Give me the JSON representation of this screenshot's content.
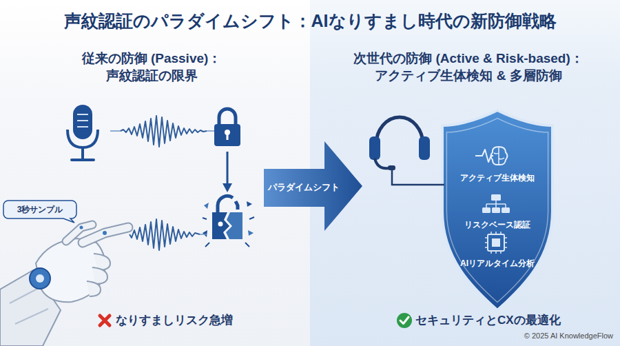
{
  "diagram": {
    "title": "声紋認証のパラダイムシフト：AIなりすまし時代の新防御戦略",
    "nodes": [
      {
        "text": [
          "従来の防御 (Passive)： 声紋認証の限界",
          "なりすましリスク急増"
        ]
      },
      {
        "text": [
          "3秒サンプル"
        ],
        "in": 0
      },
      {
        "text": [
          "パラダイムシフト"
        ]
      },
      {
        "text": [
          "次世代の防御 (Active & Risk-based)： アクティブ生体検知 & 多層防御",
          "セキュリティとCXの最適化"
        ]
      },
      {
        "text": [
          "アクティブ生体検知",
          "リスクベース認証",
          "AIリアルタイム分析"
        ],
        "in": 3
      }
    ],
    "labels": [
      "© 2025 AI KnowledgeFlow"
    ]
  }
}
